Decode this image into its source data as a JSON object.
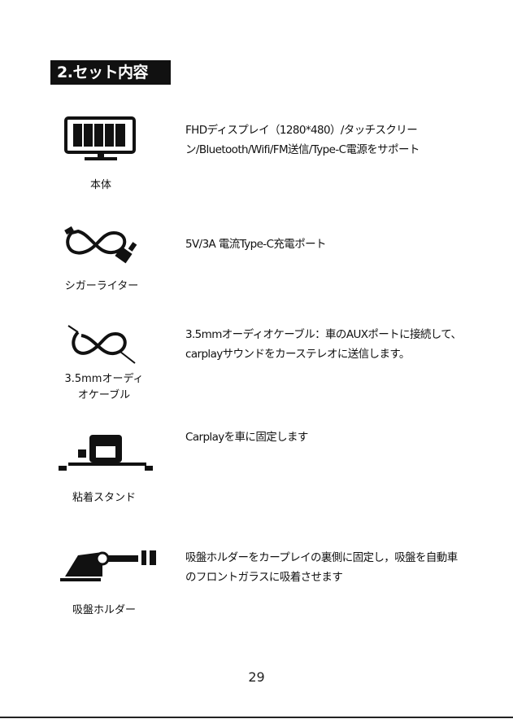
{
  "section": {
    "title": "2.セット内容"
  },
  "items": [
    {
      "label": "本体",
      "icon": "monitor-icon",
      "description": "FHDディスプレイ（1280*480）/タッチスクリーン/Bluetooth/Wifi/FM送信/Type-C電源をサポート"
    },
    {
      "label": "シガーライター",
      "icon": "cable-icon",
      "description": "5V/3A 電流Type-C充電ポート"
    },
    {
      "label": "3.5mmオーディオケーブル",
      "icon": "audio-cable-icon",
      "description": "3.5mmオーディオケーブル：車のAUXポートに接続して、carplayサウンドをカーステレオに送信します。"
    },
    {
      "label": "粘着スタンド",
      "icon": "stand-icon",
      "description": "Carplayを車に固定します"
    },
    {
      "label": "吸盤ホルダー",
      "icon": "suction-holder-icon",
      "description": "吸盤ホルダーをカープレイの裏側に固定し，吸盤を自動車のフロントガラスに吸着させます"
    }
  ],
  "footer": {
    "page_number": "29"
  }
}
